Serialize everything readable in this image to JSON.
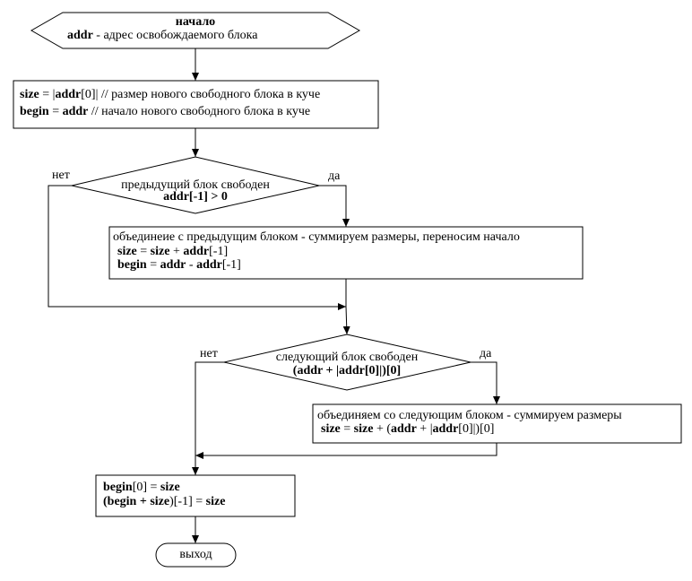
{
  "start": {
    "title": "начало",
    "param_name": "addr",
    "param_desc": " - адрес освобождаемого блока"
  },
  "init": {
    "line1": {
      "var": "size",
      "eq": " = |",
      "addr": "addr",
      "rest": "[0]| // размер нового свободного блока в куче"
    },
    "line2": {
      "var": "begin",
      "eq": " = ",
      "addr": "addr",
      "rest": " //  начало нового свободного блока в куче"
    }
  },
  "cond1": {
    "line1": "предыдущий блок свободен",
    "line2": "addr[-1] > 0",
    "no": "нет",
    "yes": "да"
  },
  "merge_prev": {
    "line1": "объединеие с предыдущим блоком - суммируем размеры, переносим начало",
    "line2": {
      "a": "size",
      "b": " = ",
      "c": "size",
      "d": " + ",
      "e": "addr",
      "f": "[-1]"
    },
    "line3": {
      "a": "begin",
      "b": " = ",
      "c": "addr",
      "d": " - ",
      "e": "addr",
      "f": "[-1]"
    }
  },
  "cond2": {
    "line1": "следующий блок свободен",
    "line2": "(addr + |addr[0]|)[0]",
    "no": "нет",
    "yes": "да"
  },
  "merge_next": {
    "line1": "объединяем со следующим блоком - суммируем размеры",
    "line2": {
      "a": "size",
      "b": " = ",
      "c": "size",
      "d": " + (",
      "e": "addr",
      "f": " + |",
      "g": "addr",
      "h": "[0]|)[0]"
    }
  },
  "finalize": {
    "line1": {
      "a": "begin",
      "b": "[0] = ",
      "c": "size"
    },
    "line2": {
      "a": "(",
      "b": "begin",
      "c": " + ",
      "d": "size",
      "e": ")[-1] = ",
      "f": "size"
    }
  },
  "end": {
    "label": "выход"
  }
}
